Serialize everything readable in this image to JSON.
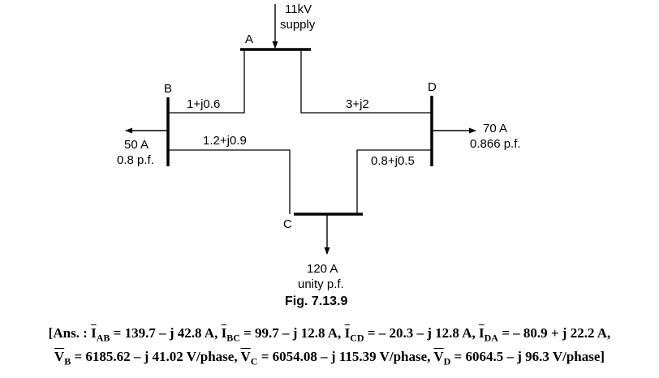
{
  "supply": {
    "line1": "11kV",
    "line2": "supply"
  },
  "nodes": {
    "a": "A",
    "b": "B",
    "c": "C",
    "d": "D"
  },
  "impedances": {
    "ab": "1+j0.6",
    "bc": "1.2+j0.9",
    "cd": "0.8+j0.5",
    "ad": "3+j2"
  },
  "loads": {
    "b": {
      "current": "50 A",
      "pf": "0.8 p.f."
    },
    "c": {
      "current": "120 A",
      "pf": "unity p.f."
    },
    "d": {
      "current": "70 A",
      "pf": "0.866 p.f."
    }
  },
  "caption": "Fig. 7.13.9",
  "answer": {
    "line1": [
      {
        "t": "[Ans. : "
      },
      {
        "t": "I",
        "ov": true
      },
      {
        "t": "AB",
        "sub": true
      },
      {
        "t": " = 139.7 – j 42.8 A, "
      },
      {
        "t": "I",
        "ov": true
      },
      {
        "t": "BC",
        "sub": true
      },
      {
        "t": " = 99.7 – j 12.8 A, "
      },
      {
        "t": "I",
        "ov": true
      },
      {
        "t": "CD",
        "sub": true
      },
      {
        "t": " = – 20.3 – j 12.8 A, "
      },
      {
        "t": "I",
        "ov": true
      },
      {
        "t": "DA",
        "sub": true
      },
      {
        "t": " = – 80.9 + j 22.2 A,"
      }
    ],
    "line2": [
      {
        "t": "V",
        "ov": true
      },
      {
        "t": "B",
        "sub": true
      },
      {
        "t": " = 6185.62 – j 41.02 V/phase, "
      },
      {
        "t": "V",
        "ov": true
      },
      {
        "t": "C",
        "sub": true
      },
      {
        "t": " = 6054.08 – j 115.39 V/phase, "
      },
      {
        "t": "V",
        "ov": true
      },
      {
        "t": "D",
        "sub": true
      },
      {
        "t": " = 6064.5 – j 96.3 V/phase]"
      }
    ]
  }
}
